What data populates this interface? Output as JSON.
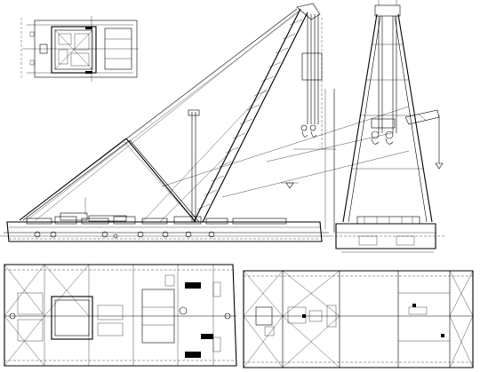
{
  "drawing": {
    "description_hidden": "",
    "line_color": "#000000",
    "background": "#ffffff"
  },
  "views": {
    "inset_plan": {
      "icon": "inset-deck-plan"
    },
    "side_elevation": {
      "icon": "crane-vessel-side-view"
    },
    "end_elevation": {
      "icon": "crane-vessel-end-view"
    },
    "main_deck_plan": {
      "icon": "main-deck-plan"
    },
    "lower_deck_plan": {
      "icon": "lower-deck-plan"
    }
  }
}
